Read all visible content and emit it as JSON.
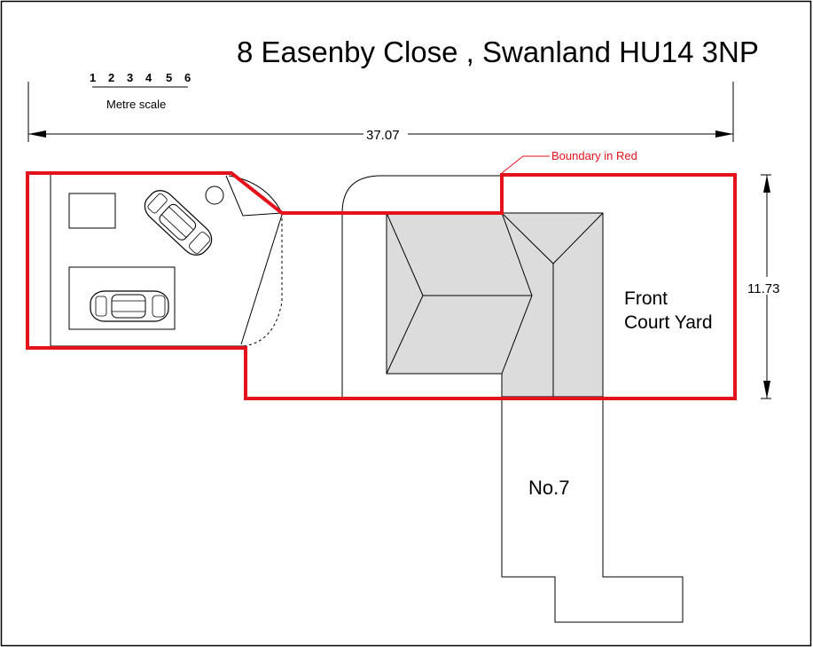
{
  "title": "8 Easenby Close , Swanland HU14 3NP",
  "scale": {
    "numbers": [
      "1",
      "2",
      "3",
      "4",
      "5",
      "6"
    ],
    "label": "Metre scale"
  },
  "dimensions": {
    "width": "37.07",
    "depth": "11.73"
  },
  "boundary_label": "Boundary in Red",
  "front_court_yard": {
    "line1": "Front",
    "line2": "Court Yard"
  },
  "neighbour_label": "No.7",
  "colors": {
    "boundary": "#e4131b",
    "roof": "#dcdcdc",
    "line": "#000000"
  }
}
